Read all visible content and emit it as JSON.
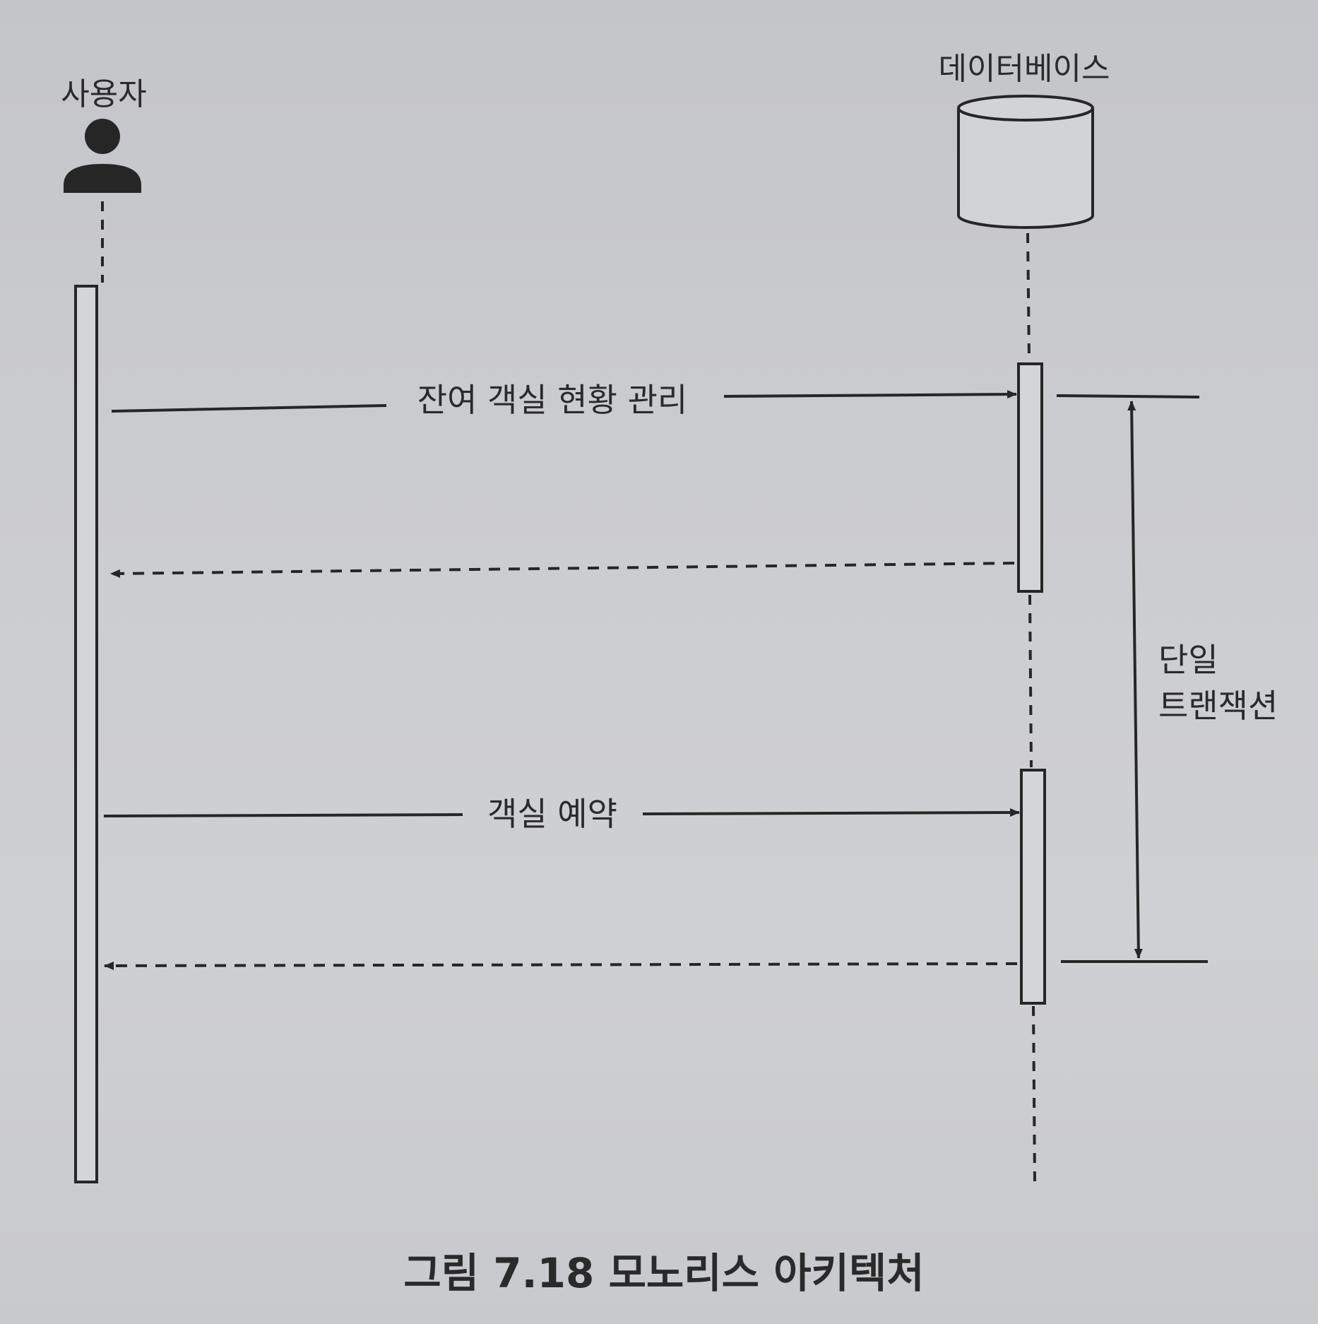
{
  "participants": {
    "user": {
      "label": "사용자",
      "icon": "user-icon"
    },
    "database": {
      "label": "데이터베이스",
      "icon": "database-icon"
    }
  },
  "messages": [
    {
      "label": "잔여 객실 현황 관리",
      "kind": "request"
    },
    {
      "label": "",
      "kind": "response"
    },
    {
      "label": "객실 예약",
      "kind": "request"
    },
    {
      "label": "",
      "kind": "response"
    }
  ],
  "transaction": {
    "line1": "단일",
    "line2": "트랜잭션"
  },
  "caption": "그림 7.18 모노리스 아키텍처",
  "colors": {
    "ink": "#262626",
    "paper": "#cbccd0"
  }
}
